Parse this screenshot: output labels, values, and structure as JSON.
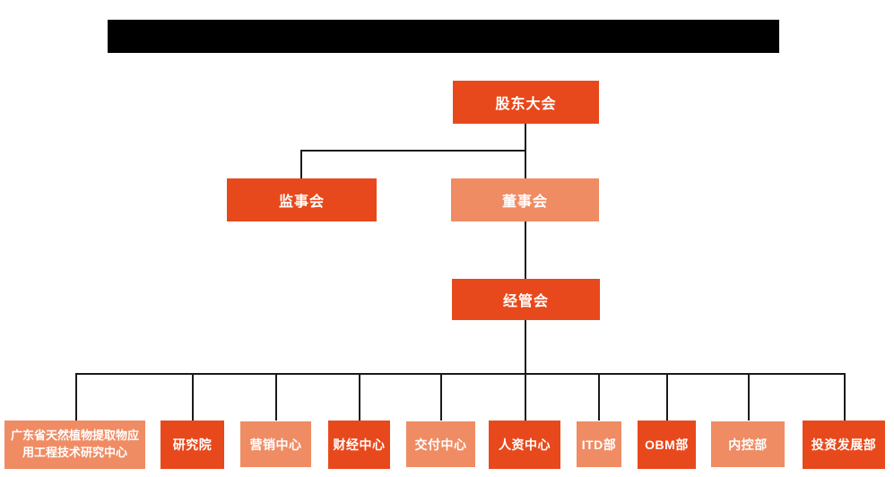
{
  "theme": {
    "primary": "#E8491C",
    "secondary": "#EF8C64",
    "line": "#1A1A1A",
    "redacted": "#000000",
    "text": "#FFFFFF",
    "background": "#FFFFFF"
  },
  "org": {
    "title_bar": {
      "redacted": true,
      "text": ""
    },
    "shareholders": {
      "label": "股东大会",
      "variant": "dark"
    },
    "supervisory_board": {
      "label": "监事会",
      "variant": "dark"
    },
    "board_of_directors": {
      "label": "董事会",
      "variant": "light"
    },
    "management_committee": {
      "label": "经管会",
      "variant": "dark"
    },
    "departments": [
      {
        "label": "广东省天然植物提取物应用工程技术研究中心",
        "variant": "light"
      },
      {
        "label": "研究院",
        "variant": "dark"
      },
      {
        "label": "营销中心",
        "variant": "light"
      },
      {
        "label": "财经中心",
        "variant": "dark"
      },
      {
        "label": "交付中心",
        "variant": "light"
      },
      {
        "label": "人资中心",
        "variant": "dark"
      },
      {
        "label": "ITD部",
        "variant": "light"
      },
      {
        "label": "OBM部",
        "variant": "dark"
      },
      {
        "label": "内控部",
        "variant": "light"
      },
      {
        "label": "投资发展部",
        "variant": "dark"
      }
    ]
  }
}
